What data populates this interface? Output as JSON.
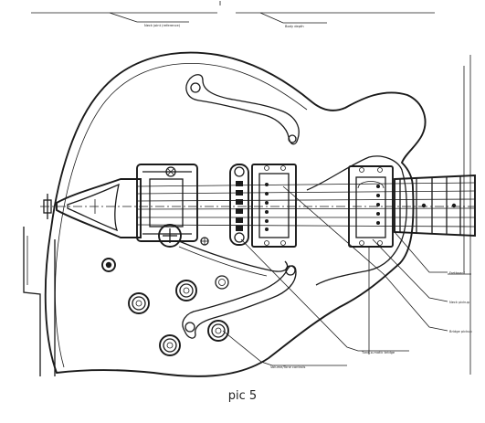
{
  "caption": "pic 5",
  "callouts": {
    "top_left": "Neck joint (reference)",
    "top_mid": "Body depth",
    "right_1": "Fretboard",
    "right_2": "Neck pickup",
    "right_3": "Bridge pickup",
    "bridge": "Tune-o-matic bridge",
    "knobs": "Volume/Tone controls"
  }
}
